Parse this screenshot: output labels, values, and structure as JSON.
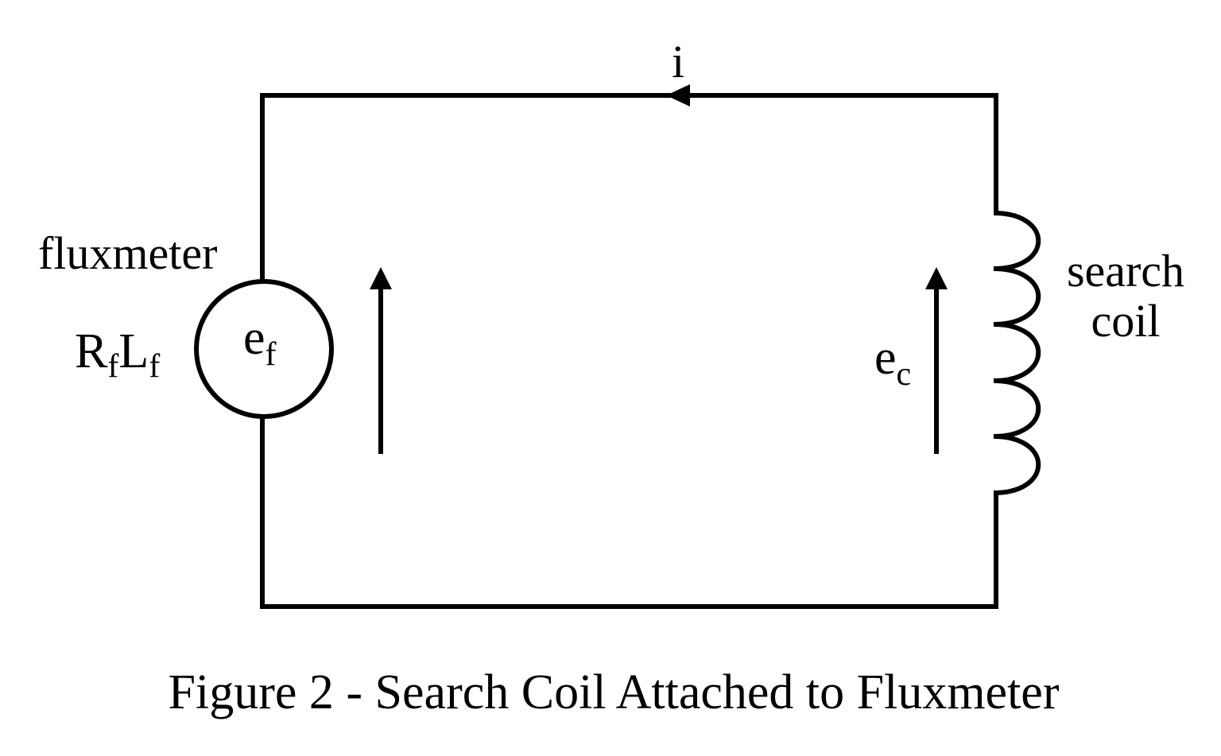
{
  "diagram": {
    "current_label": "i",
    "fluxmeter": {
      "label": "fluxmeter",
      "resistance_symbol": "R",
      "resistance_subscript": "f",
      "inductance_symbol": "L",
      "inductance_subscript": "f",
      "emf_symbol": "e",
      "emf_subscript": "f"
    },
    "coil": {
      "label_line1": "search",
      "label_line2": "coil",
      "emf_symbol": "e",
      "emf_subscript": "c"
    },
    "caption": "Figure 2 - Search Coil Attached to Fluxmeter",
    "colors": {
      "line": "#000000",
      "background": "#ffffff"
    }
  }
}
